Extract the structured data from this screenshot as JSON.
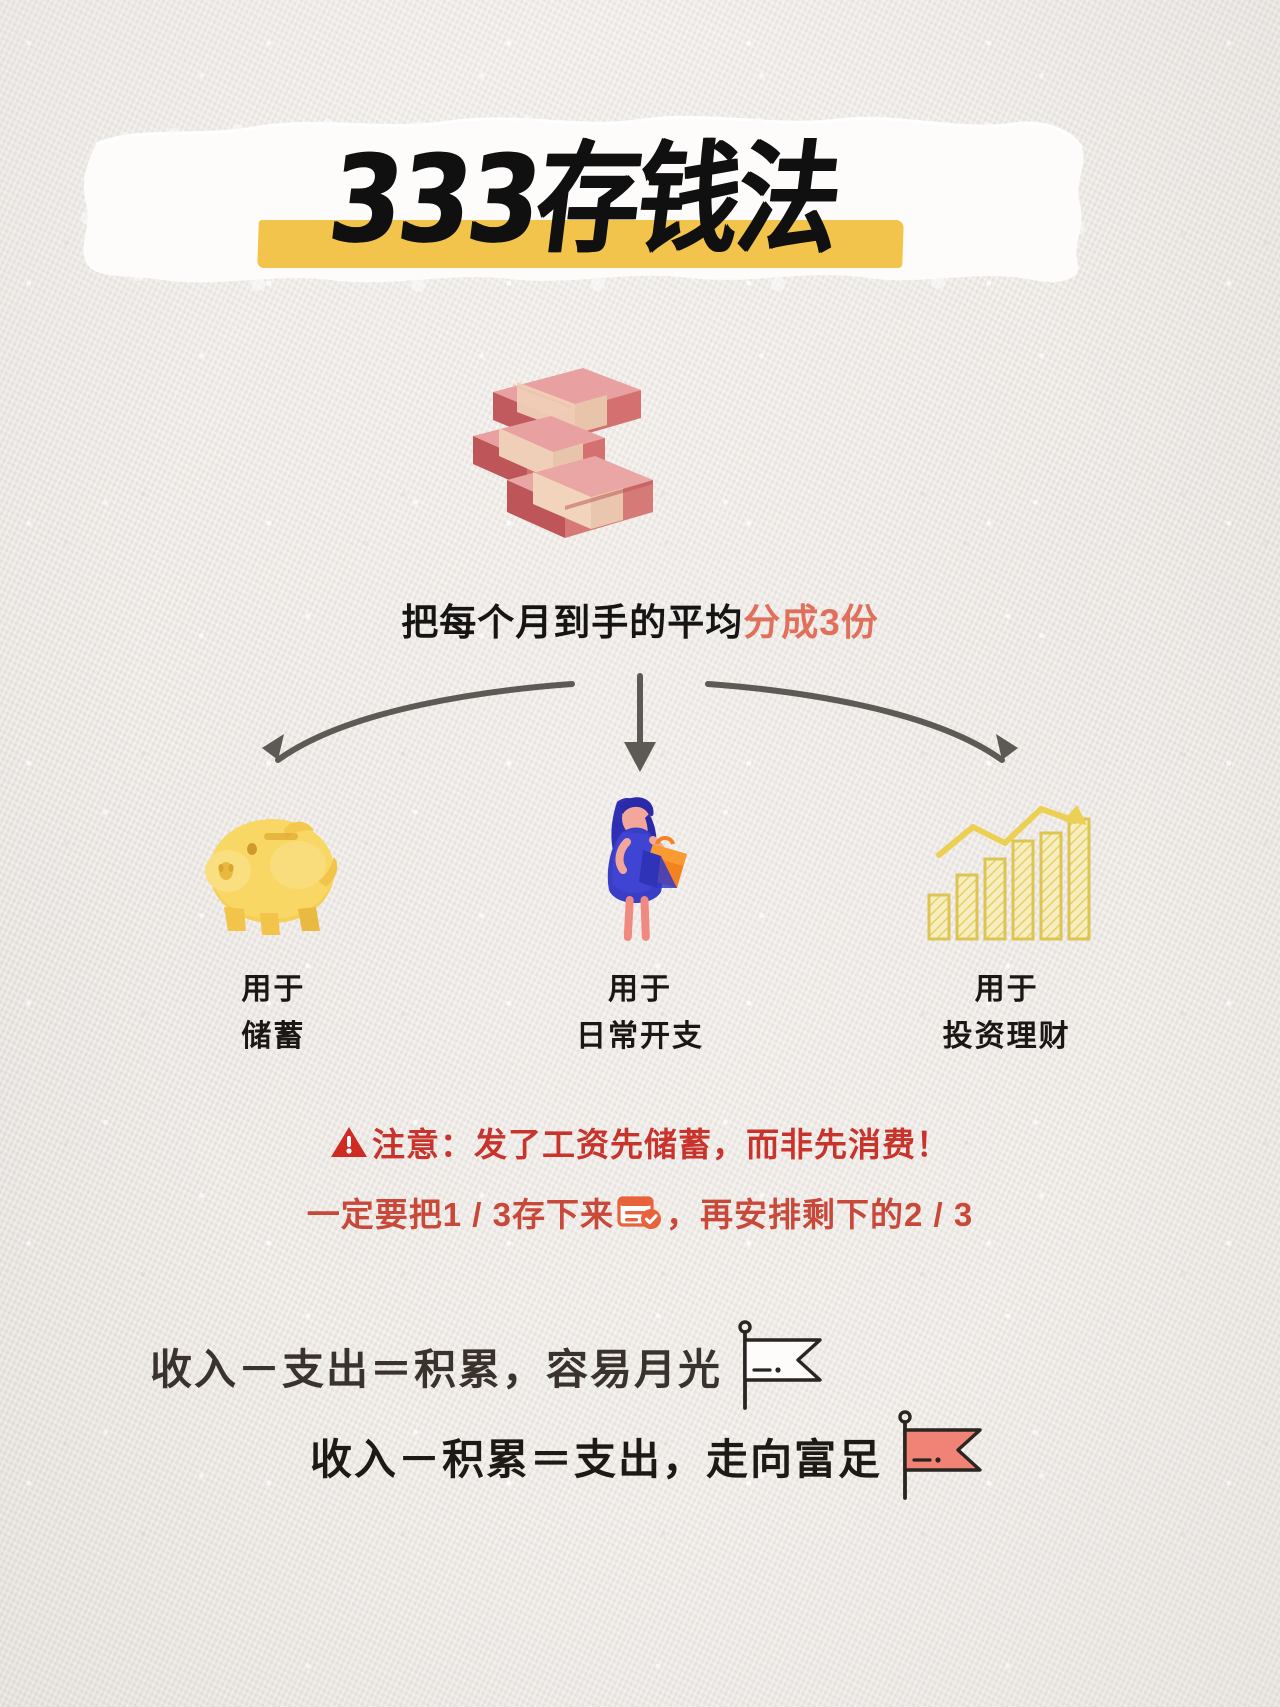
{
  "page": {
    "title": "333存钱法",
    "background_color": "#ece8e3",
    "accent_color": "#e0705c",
    "highlight_color": "#f3c44b",
    "warning_color": "#c8332c"
  },
  "header": {
    "title": "333存钱法",
    "banner_color": "#ffffff",
    "highlight_color": "#f3c44b"
  },
  "intro": {
    "illustration": "money-stacks-icon",
    "text_black": "把每个月到手的平均",
    "text_accent": "分成3份"
  },
  "categories": [
    {
      "icon": "piggy-bank-icon",
      "icon_color": "#f5cb52",
      "label_line1": "用于",
      "label_line2": "储蓄"
    },
    {
      "icon": "shopping-woman-icon",
      "icon_color": "#3b3ec4",
      "label_line1": "用于",
      "label_line2": "日常开支"
    },
    {
      "icon": "growth-bar-chart-icon",
      "icon_color": "#e8d46a",
      "label_line1": "用于",
      "label_line2": "投资理财"
    }
  ],
  "warning": {
    "icon": "warning-triangle-icon",
    "line1": "注意：发了工资先储蓄，而非先消费！",
    "line2_before": "一定要把1 / 3存下来",
    "line2_icon": "checklist-card-icon",
    "line2_after": "，再安排剩下的2 / 3",
    "color": "#c8332c"
  },
  "formulas": [
    {
      "text": "收入－支出＝积累，容易月光",
      "flag": "outline-flag-icon",
      "flag_fill": "none",
      "flag_stroke": "#2a2521"
    },
    {
      "text": "收入－积累＝支出，走向富足",
      "flag": "filled-flag-icon",
      "flag_fill": "#ef8070",
      "flag_stroke": "#2a2521"
    }
  ]
}
